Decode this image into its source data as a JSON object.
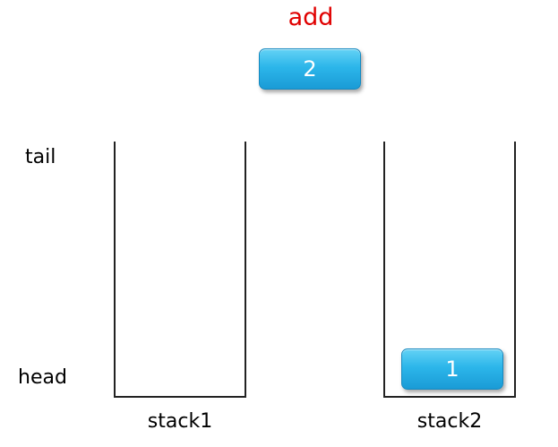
{
  "operation": {
    "label": "add"
  },
  "incoming": {
    "value": "2"
  },
  "labels": {
    "tail": "tail",
    "head": "head"
  },
  "stacks": [
    {
      "name": "stack1",
      "items": []
    },
    {
      "name": "stack2",
      "items": [
        "1"
      ]
    }
  ],
  "colors": {
    "operation_text": "#e00000",
    "block_fill": "#2cb6ea",
    "block_text": "#ffffff",
    "stack_outline": "#222222"
  }
}
